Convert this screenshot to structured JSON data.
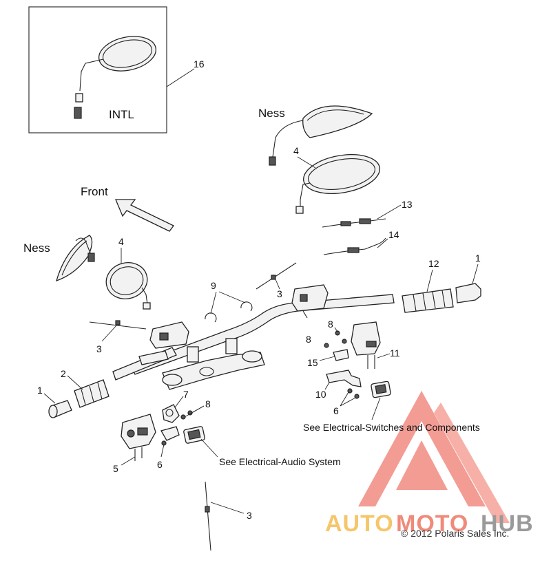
{
  "inset": {
    "label": "INTL",
    "callout": "16"
  },
  "labels": {
    "ness_top": "Ness",
    "ness_left": "Ness",
    "front": "Front",
    "see_switches": "See Electrical-Switches and Components",
    "see_audio": "See Electrical-Audio System"
  },
  "callouts": {
    "c4_top": "4",
    "c4_left": "4",
    "c13": "13",
    "c14": "14",
    "c12": "12",
    "c1_right": "1",
    "c9": "9",
    "c3_upper": "3",
    "c3_left": "3",
    "c3_bottom": "3",
    "c8_right": "8",
    "c8_mid": "8",
    "c8_left": "8",
    "c15": "15",
    "c11": "11",
    "c10": "10",
    "c6_right": "6",
    "c6_left": "6",
    "c2": "2",
    "c1_left": "1",
    "c7": "7",
    "c5": "5"
  },
  "copyright": "© 2012 Polaris Sales Inc.",
  "watermark": {
    "part1": "AUTO",
    "part2": "MOTO",
    "part3": "HUB",
    "colors": {
      "auto": "#f5c66a",
      "moto": "#f08a7a",
      "hub": "#9a9a9a",
      "triangle": "#f28b82"
    }
  }
}
